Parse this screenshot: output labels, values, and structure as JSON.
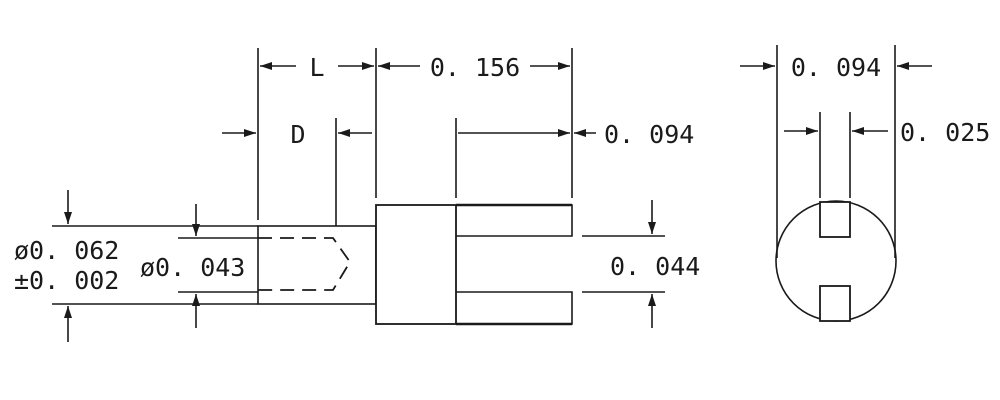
{
  "dimensions": {
    "L": "L",
    "len_156": "0. 156",
    "D": "D",
    "slot_len": "0. 094",
    "dia_062": "ø0. 062",
    "tol_002": "±0. 002",
    "dia_043": "ø0. 043",
    "slot_gap": "0. 044",
    "end_width": "0. 094",
    "slot_width": "0. 025"
  }
}
